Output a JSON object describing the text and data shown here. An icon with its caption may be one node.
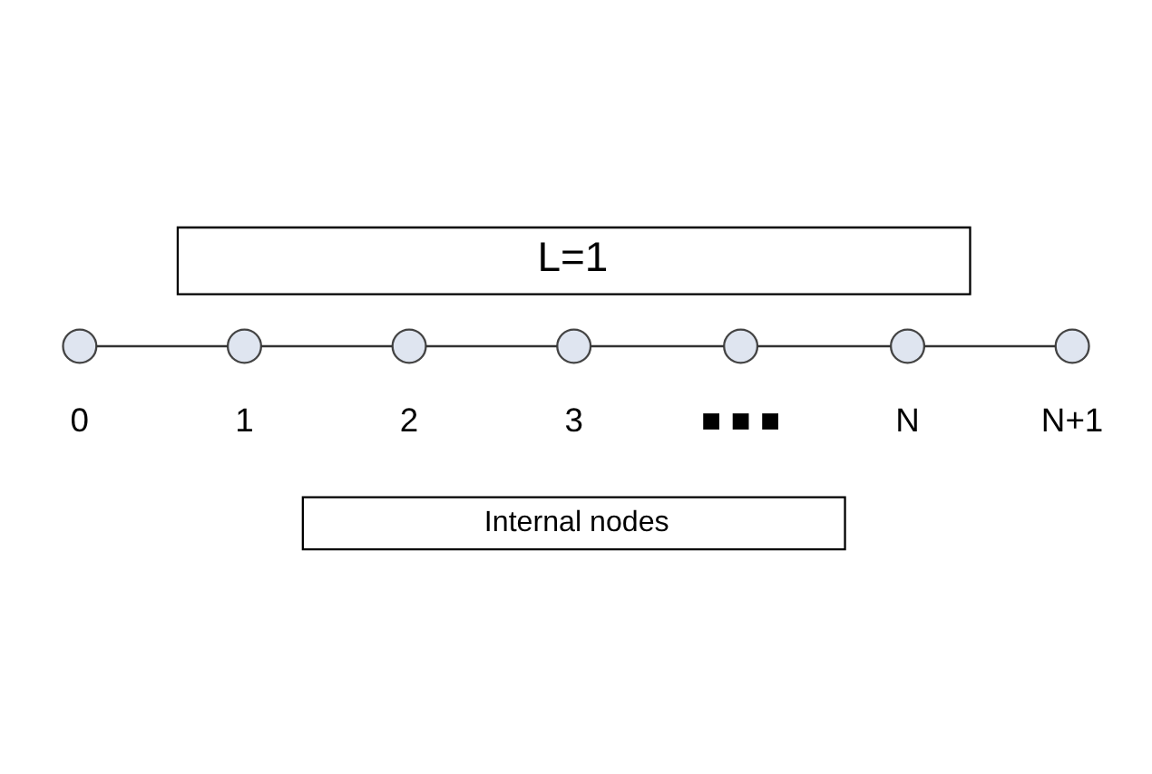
{
  "diagram": {
    "nodes": [
      {
        "text": [],
        "shape": "circle",
        "beside": [
          "0"
        ]
      },
      {
        "text": [],
        "shape": "circle",
        "beside": [
          "1"
        ]
      },
      {
        "text": [],
        "shape": "circle",
        "beside": [
          "2"
        ]
      },
      {
        "text": [],
        "shape": "circle",
        "beside": [
          "3"
        ]
      },
      {
        "text": [],
        "shape": "circle",
        "beside": [
          "■ ■ ■"
        ]
      },
      {
        "text": [],
        "shape": "circle",
        "beside": [
          "N"
        ]
      },
      {
        "text": [],
        "shape": "circle",
        "beside": [
          "N+1"
        ]
      }
    ],
    "edges": [
      {
        "from": 0,
        "to": 1,
        "arrow": "none"
      },
      {
        "from": 1,
        "to": 2,
        "arrow": "none"
      },
      {
        "from": 2,
        "to": 3,
        "arrow": "none"
      },
      {
        "from": 3,
        "to": 4,
        "arrow": "none"
      },
      {
        "from": 4,
        "to": 5,
        "arrow": "none"
      },
      {
        "from": 5,
        "to": 6,
        "arrow": "none"
      }
    ],
    "labels": [
      "L=1",
      "Internal nodes"
    ]
  }
}
